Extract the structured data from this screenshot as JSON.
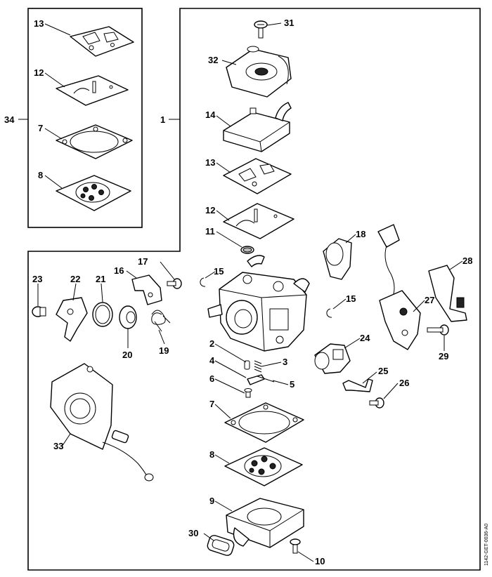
{
  "drawing_ref": "1142-GET-0036-A0",
  "labels": {
    "p1": "1",
    "p2": "2",
    "p3": "3",
    "p4": "4",
    "p5": "5",
    "p6": "6",
    "p7a": "7",
    "p7b": "7",
    "p8a": "8",
    "p8b": "8",
    "p9": "9",
    "p10": "10",
    "p11": "11",
    "p12a": "12",
    "p12b": "12",
    "p13a": "13",
    "p13b": "13",
    "p14": "14",
    "p15a": "15",
    "p15b": "15",
    "p16": "16",
    "p17": "17",
    "p18": "18",
    "p19": "19",
    "p20": "20",
    "p21": "21",
    "p22": "22",
    "p23": "23",
    "p24": "24",
    "p25": "25",
    "p26": "26",
    "p27": "27",
    "p28": "28",
    "p29": "29",
    "p30": "30",
    "p31": "31",
    "p32": "32",
    "p33": "33",
    "p34": "34"
  }
}
